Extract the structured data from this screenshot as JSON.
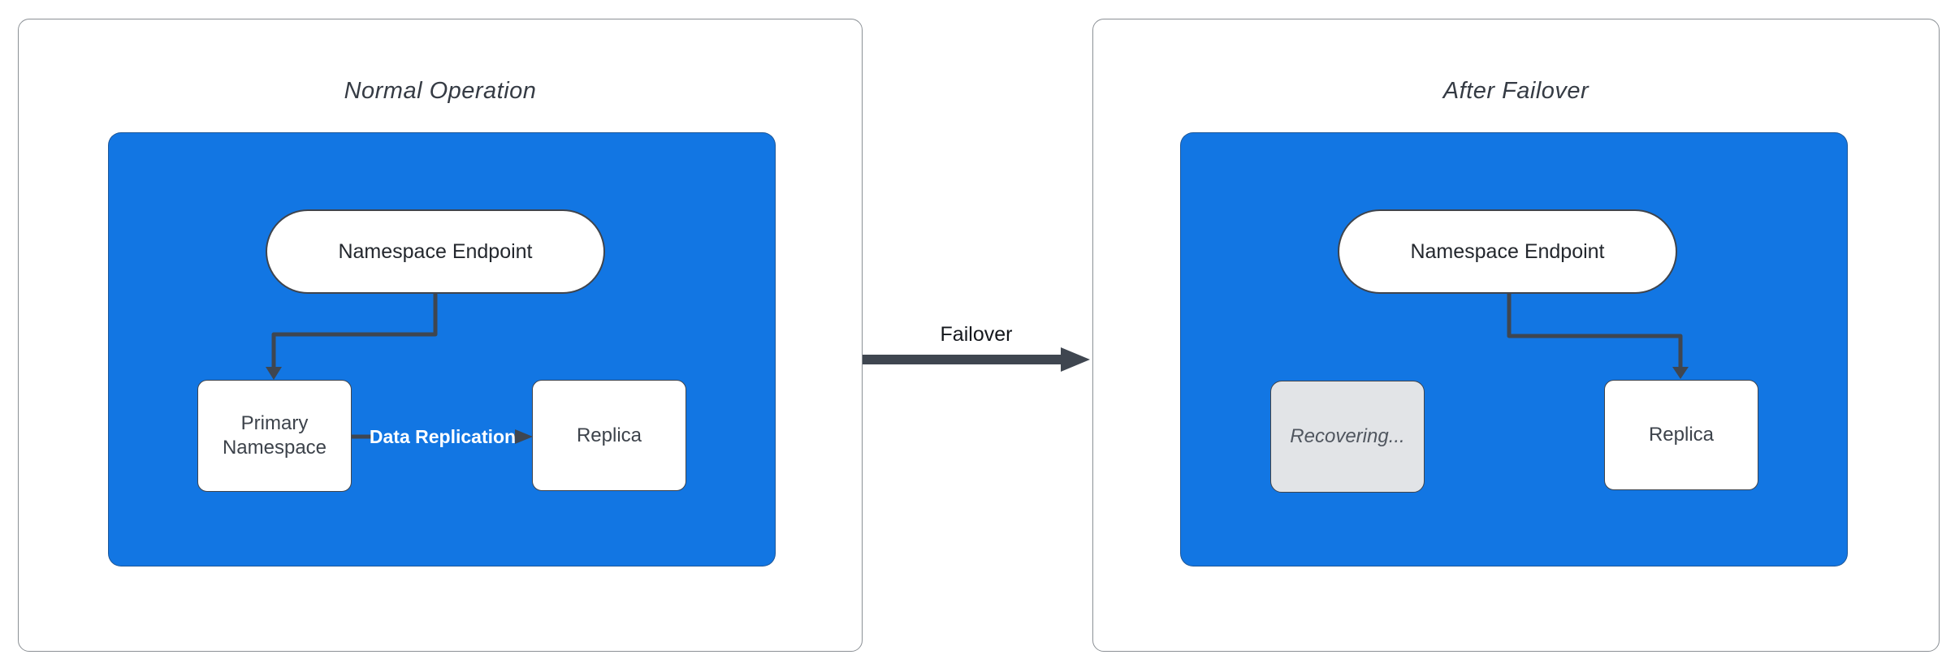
{
  "colors": {
    "container_blue": "#1276e3",
    "connector": "#3f4650",
    "panel_border": "#8b9095",
    "shape_border": "#3f444c",
    "recovering_fill": "#e2e4e7",
    "recovering_text": "#50565f",
    "title_text": "#353b44",
    "label_text": "#3d434b",
    "pill_text": "#23272d",
    "replication_label_color": "#ffffff",
    "failover_text": "#14171c"
  },
  "left_panel": {
    "title": "Normal Operation",
    "endpoint_label": "Namespace Endpoint",
    "primary_label": "Primary Namespace",
    "replica_label": "Replica",
    "replication_arrow_label": "Data Replication"
  },
  "transition": {
    "label": "Failover"
  },
  "right_panel": {
    "title": "After Failover",
    "endpoint_label": "Namespace Endpoint",
    "recovering_label": "Recovering...",
    "replica_label": "Replica"
  }
}
